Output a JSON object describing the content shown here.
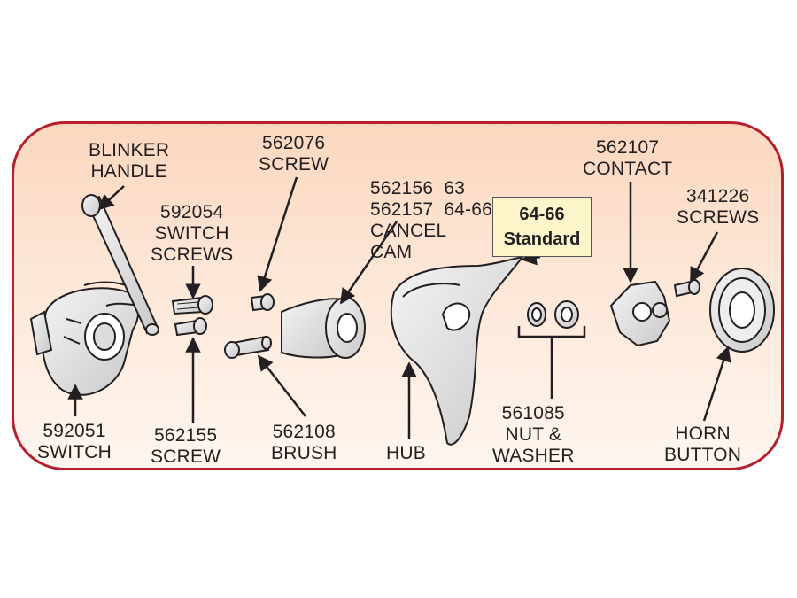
{
  "labels": {
    "blinker_handle": [
      "BLINKER",
      "HANDLE"
    ],
    "switch_screws": [
      "592054",
      "SWITCH",
      "SCREWS"
    ],
    "screw_562076": [
      "562076",
      "SCREW"
    ],
    "cancel_cam": [
      "562156  63",
      "562157  64-66",
      "CANCEL",
      "CAM"
    ],
    "contact": [
      "562107",
      "CONTACT"
    ],
    "screws_341226": [
      "341226",
      "SCREWS"
    ],
    "switch": [
      "592051",
      "SWITCH"
    ],
    "screw_562155": [
      "562155",
      "SCREW"
    ],
    "brush": [
      "562108",
      "BRUSH"
    ],
    "hub": [
      "HUB"
    ],
    "nut_washer": [
      "561085",
      "NUT &",
      "WASHER"
    ],
    "horn_button": [
      "HORN",
      "BUTTON"
    ]
  },
  "standard_box": [
    "64-66",
    "Standard"
  ],
  "colors": {
    "border": "#b5202e",
    "panel_top": "#fbd7bf",
    "panel_bottom": "#fef6ef",
    "label_box": "#fdf5c9",
    "ink": "#231f20"
  }
}
